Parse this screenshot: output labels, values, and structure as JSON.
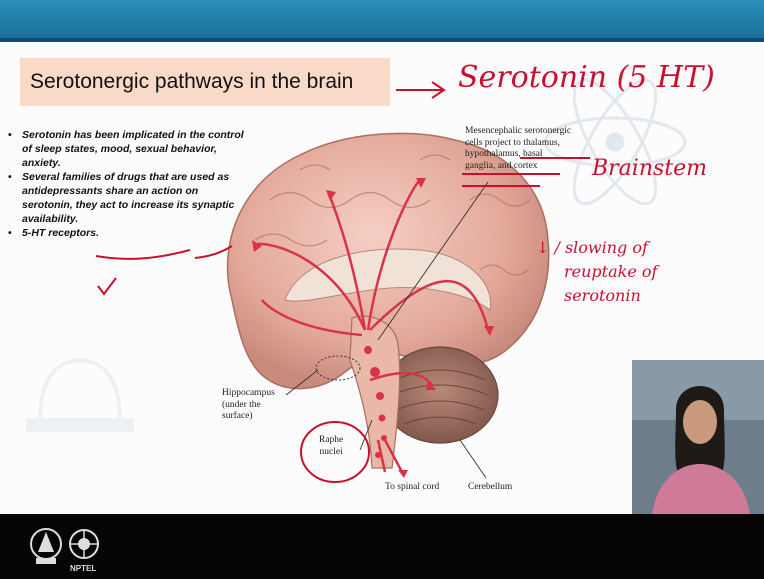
{
  "slide": {
    "title": "Serotonergic pathways in the brain",
    "bullets": [
      "Serotonin has been implicated in the control of sleep states, mood, sexual behavior, anxiety.",
      "Several families of drugs that are used as antidepressants share an action on serotonin, they act to increase its synaptic availability.",
      "5-HT receptors."
    ],
    "bullet_marker": "•"
  },
  "figure": {
    "mesencephalic": [
      "Mesencephalic serotonergic",
      "cells project to thalamus,",
      "hypothalamus, basal",
      "ganglia, and cortex"
    ],
    "hippocampus": [
      "Hippocampus",
      "(under the",
      "surface)"
    ],
    "raphe": [
      "Raphe",
      "nuclei"
    ],
    "spinal_cord": "To spinal cord",
    "cerebellum": "Cerebellum"
  },
  "handwriting": {
    "serotonin": "Serotonin (5 HT)",
    "brainstem": "Brainstem",
    "slowing": [
      "↓ / slowing of",
      "reuptake of",
      "serotonin"
    ]
  },
  "branding": {
    "nptel": "NPTEL"
  },
  "colors": {
    "ink": "#c8102e",
    "title_bg": "#f9d9c8",
    "header": "#1b6f98"
  }
}
